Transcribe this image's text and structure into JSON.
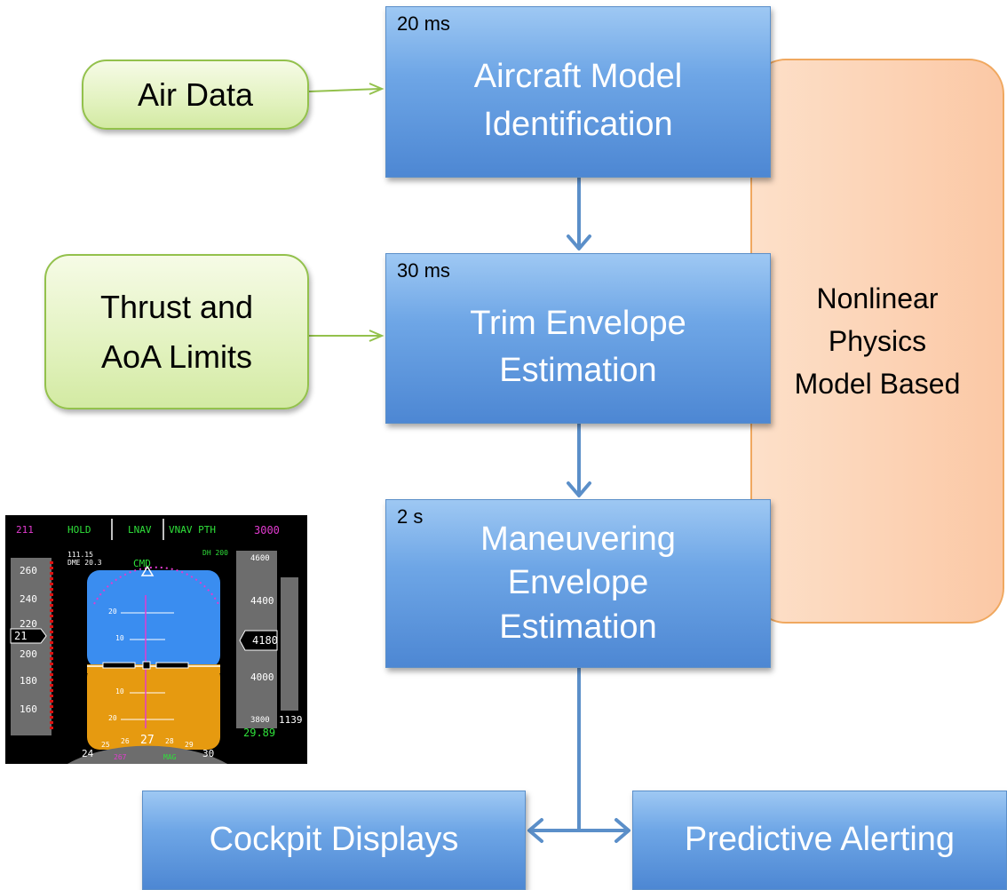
{
  "diagram": {
    "boxes": {
      "aircraft_model": {
        "time": "20 ms",
        "lines": [
          "Aircraft Model",
          "Identification"
        ]
      },
      "trim_envelope": {
        "time": "30 ms",
        "lines": [
          "Trim Envelope",
          "Estimation"
        ]
      },
      "maneuvering_envelope": {
        "time": "2 s",
        "lines": [
          "Maneuvering",
          "Envelope",
          "Estimation"
        ]
      },
      "cockpit_displays": {
        "label": "Cockpit Displays"
      },
      "predictive_alerting": {
        "label": "Predictive Alerting"
      }
    },
    "inputs": {
      "air_data": {
        "label": "Air Data"
      },
      "limits": {
        "lines": [
          "Thrust and",
          "AoA Limits"
        ]
      }
    },
    "side_note": {
      "lines": [
        "Nonlinear",
        "Physics",
        "Model Based"
      ]
    }
  },
  "pfd": {
    "speed_target": "211",
    "fma": [
      "HOLD",
      "LNAV",
      "VNAV PTH"
    ],
    "alt_target": "3000",
    "nav_freq": "111.15",
    "dme": "DME 20.3",
    "mode": "CMD",
    "dh": "DH 200",
    "speed_ticks": [
      "260",
      "240",
      "220",
      "200",
      "180",
      "160"
    ],
    "speed_current": "21",
    "pitch_ticks": [
      "20",
      "10",
      "10",
      "20"
    ],
    "alt_ticks": [
      "4600",
      "4400",
      "4000",
      "3800"
    ],
    "alt_current": "4180",
    "vs_value": "1139",
    "baro": "29.89",
    "heading_ticks": [
      "24",
      "25",
      "26",
      "27",
      "28",
      "29",
      "30"
    ],
    "heading_sel": "267",
    "mag": "MAG"
  }
}
